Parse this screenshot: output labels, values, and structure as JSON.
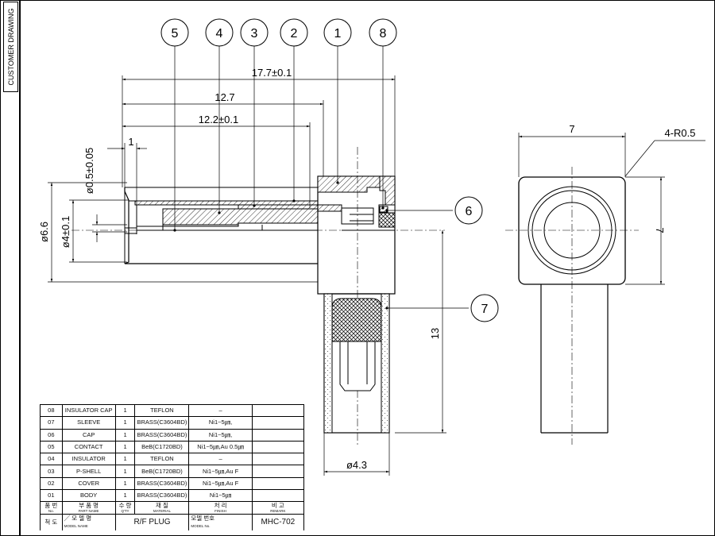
{
  "side_title": "CUSTOMER DRAWING",
  "balloons": [
    "5",
    "4",
    "3",
    "2",
    "1",
    "8",
    "6",
    "7"
  ],
  "dimensions": {
    "overall_length": "17.7±0.1",
    "length_2": "12.7",
    "length_3": "12.2±0.1",
    "pin_offset": "1",
    "pin_diameter": "ø0.5±0.05",
    "outer_diameter": "ø6.6",
    "inner_diameter": "ø4±0.1",
    "body_height": "13",
    "body_diameter": "ø4.3",
    "square_width": "7",
    "square_height": "7",
    "corner_radius": "4-R0.5"
  },
  "bom": {
    "rows": [
      {
        "no": "08",
        "name": "INSULATOR CAP",
        "qty": "1",
        "material": "TEFLON",
        "finish": "–",
        "remark": ""
      },
      {
        "no": "07",
        "name": "SLEEVE",
        "qty": "1",
        "material": "BRASS(C3604BD)",
        "finish": "Ni1~5㎛,",
        "remark": ""
      },
      {
        "no": "06",
        "name": "CAP",
        "qty": "1",
        "material": "BRASS(C3604BD)",
        "finish": "Ni1~5㎛,",
        "remark": ""
      },
      {
        "no": "05",
        "name": "CONTACT",
        "qty": "1",
        "material": "BeB(C1720BD)",
        "finish": "Ni1~5㎛,Au 0.5㎛",
        "remark": ""
      },
      {
        "no": "04",
        "name": "INSULATOR",
        "qty": "1",
        "material": "TEFLON",
        "finish": "–",
        "remark": ""
      },
      {
        "no": "03",
        "name": "P-SHELL",
        "qty": "1",
        "material": "BeB(C1720BD)",
        "finish": "Ni1~5㎛,Au F",
        "remark": ""
      },
      {
        "no": "02",
        "name": "COVER",
        "qty": "1",
        "material": "BRASS(C3604BD)",
        "finish": "Ni1~5㎛,Au F",
        "remark": ""
      },
      {
        "no": "01",
        "name": "BODY",
        "qty": "1",
        "material": "BRASS(C3604BD)",
        "finish": "Ni1~5㎛",
        "remark": ""
      }
    ],
    "header": {
      "no": "품 번",
      "no_en": "No.",
      "name": "부 품 명",
      "name_en": "PART NAME",
      "qty": "수 량",
      "qty_en": "Q'TY",
      "material": "재 질",
      "material_en": "MATERIAL",
      "finish": "처 리",
      "finish_en": "FINISH",
      "remark": "비 고",
      "remark_en": "REMARK"
    },
    "title_block": {
      "scale_label": "척 도",
      "scale_value": "╱",
      "model_name_label": "모 델 명",
      "model_name_en": "MODEL NAME",
      "model_name": "R/F PLUG",
      "model_no_label": "모델 번호",
      "model_no_en": "MODEL No.",
      "model_no": "MHC-702"
    }
  }
}
